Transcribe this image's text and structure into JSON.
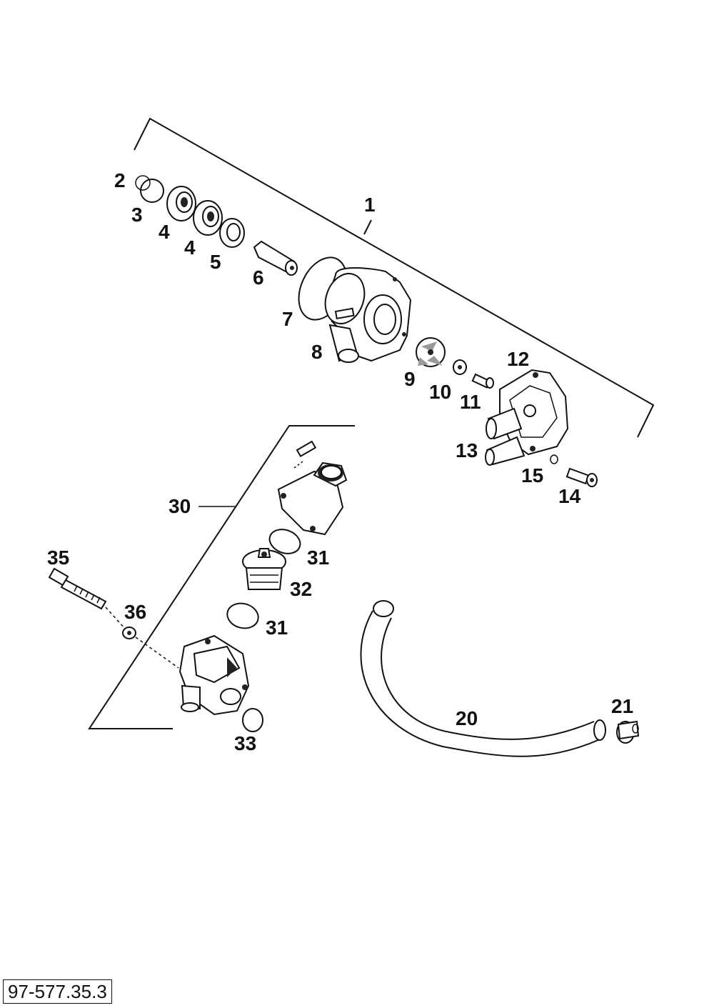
{
  "reference_number": "97-577.35.3",
  "callouts": {
    "c1": "1",
    "c2": "2",
    "c3": "3",
    "c4a": "4",
    "c4b": "4",
    "c5": "5",
    "c6": "6",
    "c7": "7",
    "c8": "8",
    "c9": "9",
    "c10": "10",
    "c11": "11",
    "c12": "12",
    "c13": "13",
    "c14": "14",
    "c15": "15",
    "c20": "20",
    "c21": "21",
    "c30": "30",
    "c31a": "31",
    "c31b": "31",
    "c32": "32",
    "c33": "33",
    "c35": "35",
    "c36": "36"
  }
}
